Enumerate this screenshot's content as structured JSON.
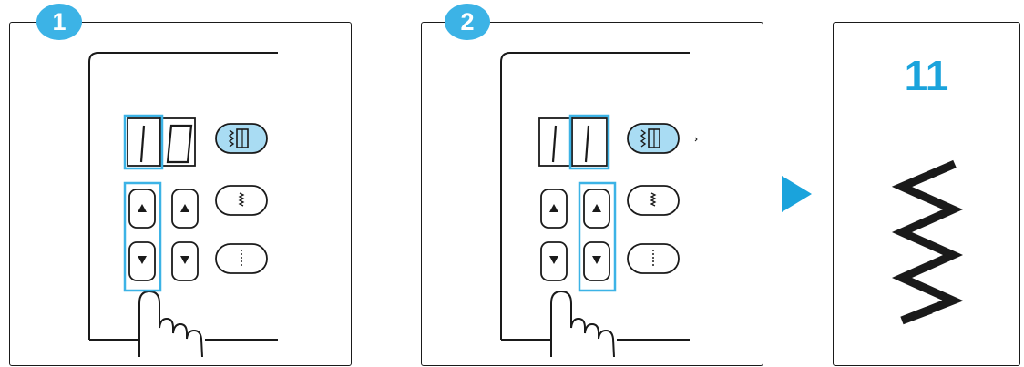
{
  "steps": [
    {
      "number": "1",
      "display": {
        "left_digit": "1",
        "right_digit": "0"
      }
    },
    {
      "number": "2",
      "display": {
        "left_digit": "1",
        "right_digit": "1"
      }
    }
  ],
  "arrow": {
    "icon": "play-arrow-icon",
    "color": "#1aa3dc"
  },
  "result": {
    "pattern_number": "11",
    "stitch_icon": "zigzag-stitch-icon"
  },
  "colors": {
    "accent": "#3cb3e6",
    "button_fill": "#a9dcf3",
    "outline": "#1a1a1a"
  },
  "icons": [
    "stitch-select-icon",
    "stitch-length-icon",
    "stitch-width-icon",
    "up-arrow-icon",
    "down-arrow-icon",
    "hand-pointer-icon"
  ]
}
